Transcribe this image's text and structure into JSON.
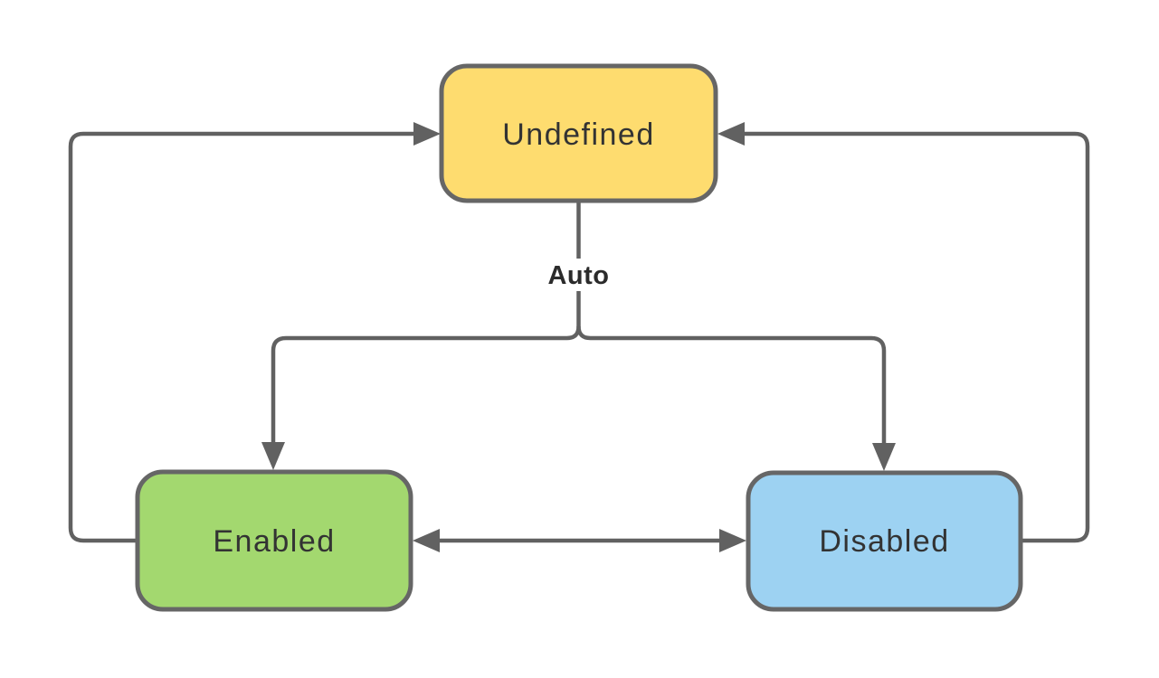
{
  "diagram": {
    "type": "state-machine-diagram",
    "background_color": "#ffffff",
    "line_color": "#616161",
    "node_border_color": "#666666",
    "text_color": "#333333",
    "nodes": [
      {
        "id": "undefined",
        "label": "Undefined",
        "fill": "#FEDC6F",
        "stroke": "#666666"
      },
      {
        "id": "enabled",
        "label": "Enabled",
        "fill": "#A3D86F",
        "stroke": "#666666"
      },
      {
        "id": "disabled",
        "label": "Disabled",
        "fill": "#9DD2F2",
        "stroke": "#666666"
      }
    ],
    "edges": [
      {
        "from": "Undefined",
        "to": "Enabled",
        "label": "Auto",
        "arrow": "end"
      },
      {
        "from": "Undefined",
        "to": "Disabled",
        "label": "Auto",
        "arrow": "end"
      },
      {
        "from": "Enabled",
        "to": "Disabled",
        "label": "",
        "arrow": "both"
      },
      {
        "from": "Enabled",
        "to": "Undefined",
        "label": "",
        "arrow": "end"
      },
      {
        "from": "Disabled",
        "to": "Undefined",
        "label": "",
        "arrow": "end"
      }
    ],
    "labels": {
      "auto": "Auto"
    }
  }
}
